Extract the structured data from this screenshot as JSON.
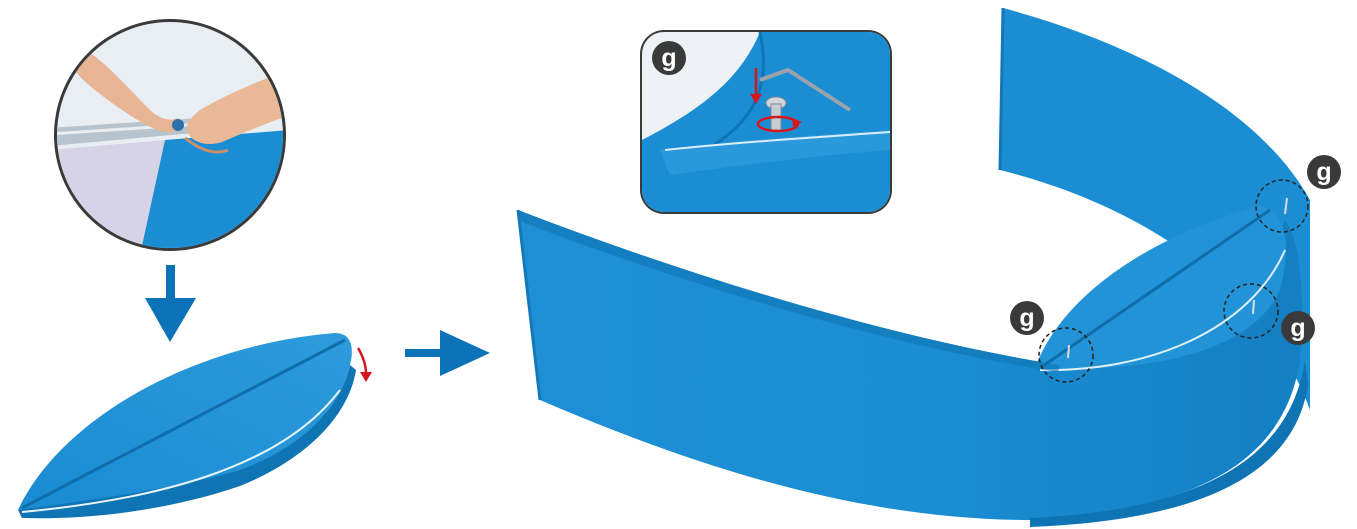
{
  "colors": {
    "panel": "#1b8ed3",
    "panel_dark": "#0f74b3",
    "panel_light": "#3aa3e0",
    "arrow": "#0d73b8",
    "red_arrow": "#d4161c",
    "badge": "#3a3a3a",
    "frame": "#3a3a3a",
    "callout_border": "#444444"
  },
  "icons": [
    "hands-photo",
    "down-arrow-icon",
    "right-arrow-icon",
    "red-arrow-icon",
    "allen-key-icon",
    "screw-icon",
    "rotation-arrow-icon"
  ],
  "badges": {
    "inset": "g",
    "top_right": "g",
    "left": "g",
    "right": "g"
  }
}
